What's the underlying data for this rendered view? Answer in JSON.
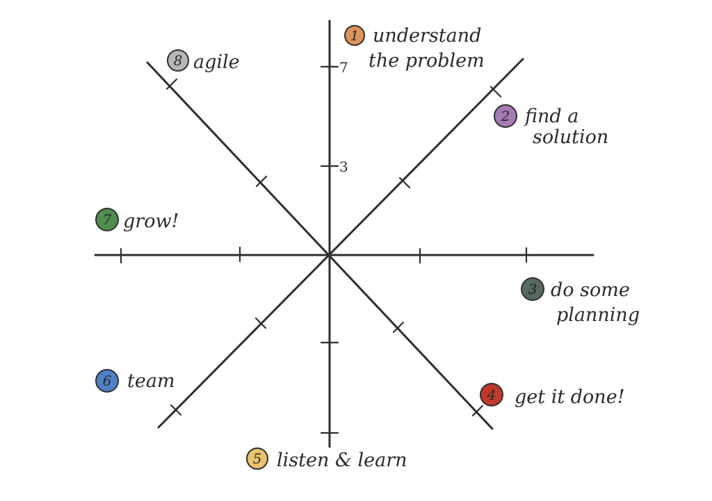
{
  "tick_labels": [
    "7",
    "3"
  ],
  "stages": [
    {
      "number": "1",
      "lines": [
        "understand",
        "the problem"
      ],
      "color": "#E0945A"
    },
    {
      "number": "2",
      "lines": [
        "find a",
        "solution"
      ],
      "color": "#A57BB5"
    },
    {
      "number": "3",
      "lines": [
        "do some",
        "planning"
      ],
      "color": "#556B5C"
    },
    {
      "number": "4",
      "lines": [
        "get it done!"
      ],
      "color": "#C0392B"
    },
    {
      "number": "5",
      "lines": [
        "listen & learn"
      ],
      "color": "#EBC36A"
    },
    {
      "number": "6",
      "lines": [
        "team"
      ],
      "color": "#4F7FC7"
    },
    {
      "number": "7",
      "lines": [
        "grow!"
      ],
      "color": "#4F8E4F"
    },
    {
      "number": "8",
      "lines": [
        "agile"
      ],
      "color": "#B8B8B8"
    }
  ]
}
